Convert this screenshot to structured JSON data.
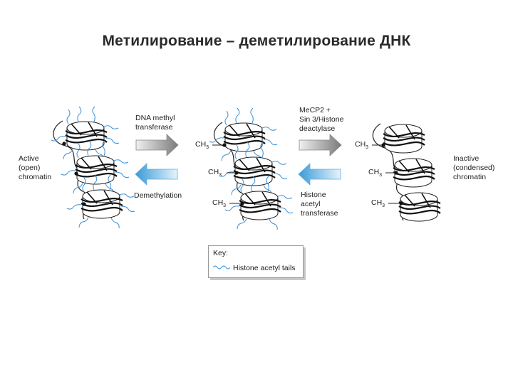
{
  "title": "Метилирование – деметилирование ДНК",
  "labels": {
    "active": "Active\n(open)\nchromatin",
    "inactive": "Inactive\n(condensed)\nchromatin",
    "dna_methyl": "DNA methyl\ntransferase",
    "demethylation": "Demethylation",
    "mecp2": "MeCP2 +\nSin 3/Histone\ndeactylase",
    "histone_acetyl": "Histone\nacetyl\ntransferase"
  },
  "methyl_label": "CH",
  "methyl_subscript": "3",
  "key": {
    "title": "Key:",
    "item": "Histone acetyl tails"
  },
  "colors": {
    "tail": "#3a8fd6",
    "arrow_gray": "#8a8a8a",
    "arrow_blue": "#5aaee0",
    "line": "#222222"
  }
}
